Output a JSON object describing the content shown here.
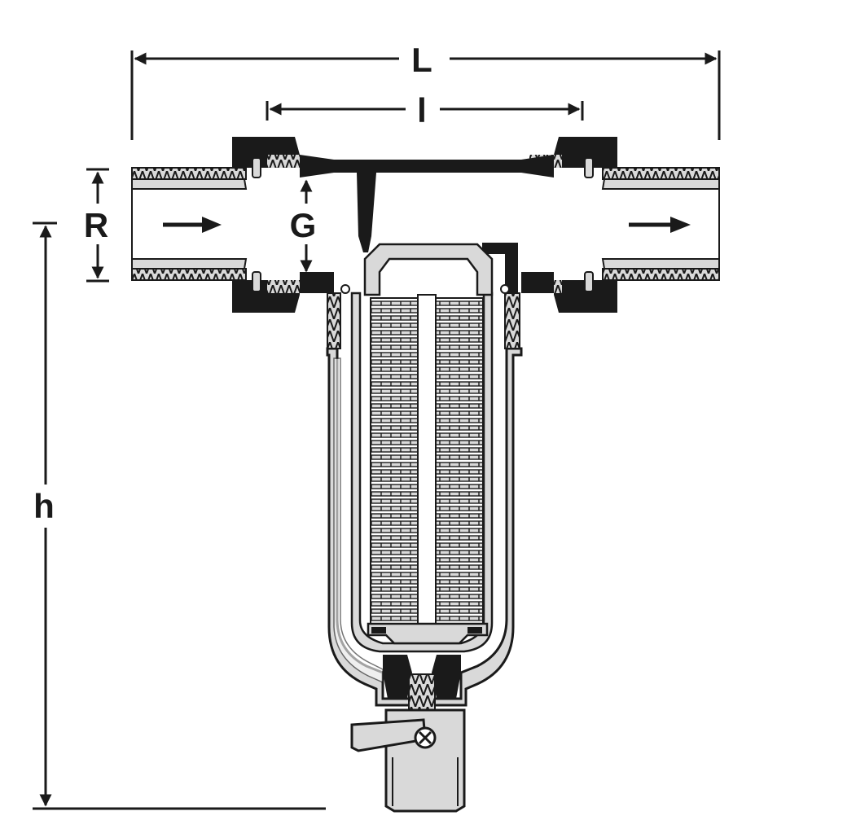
{
  "diagram": {
    "labels": {
      "L": "L",
      "l": "l",
      "R": "R",
      "G": "G",
      "h": "h"
    },
    "colors": {
      "ink": "#1a1a1a",
      "metal": "#d9d9d9",
      "cavity": "#ffffff"
    }
  }
}
